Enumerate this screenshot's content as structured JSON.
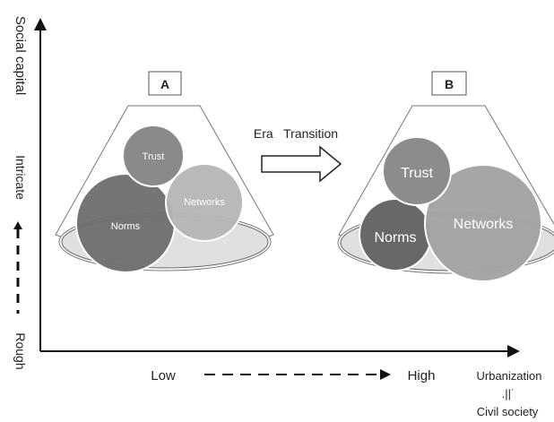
{
  "y_axis": {
    "title": "Social capital",
    "top_label": "Intricate",
    "bottom_label": "Rough"
  },
  "x_axis": {
    "low_label": "Low",
    "high_label": "High",
    "label_top": "Urbanization",
    "equals_symbol": ".||˙",
    "label_bottom": "Civil society"
  },
  "panel_a": {
    "label": "A",
    "trust": "Trust",
    "norms": "Norms",
    "networks": "Networks"
  },
  "panel_b": {
    "label": "B",
    "trust": "Trust",
    "norms": "Norms",
    "networks": "Networks"
  },
  "transition_label": "Era   Transition",
  "colors": {
    "trust_a": "#8a8a8a",
    "norms_a": "#6e6e6e",
    "networks_a": "#b5b5b5",
    "trust_b": "#8c8c8c",
    "norms_b": "#686868",
    "networks_b": "#a3a3a3",
    "base": "#e0e0e0"
  }
}
